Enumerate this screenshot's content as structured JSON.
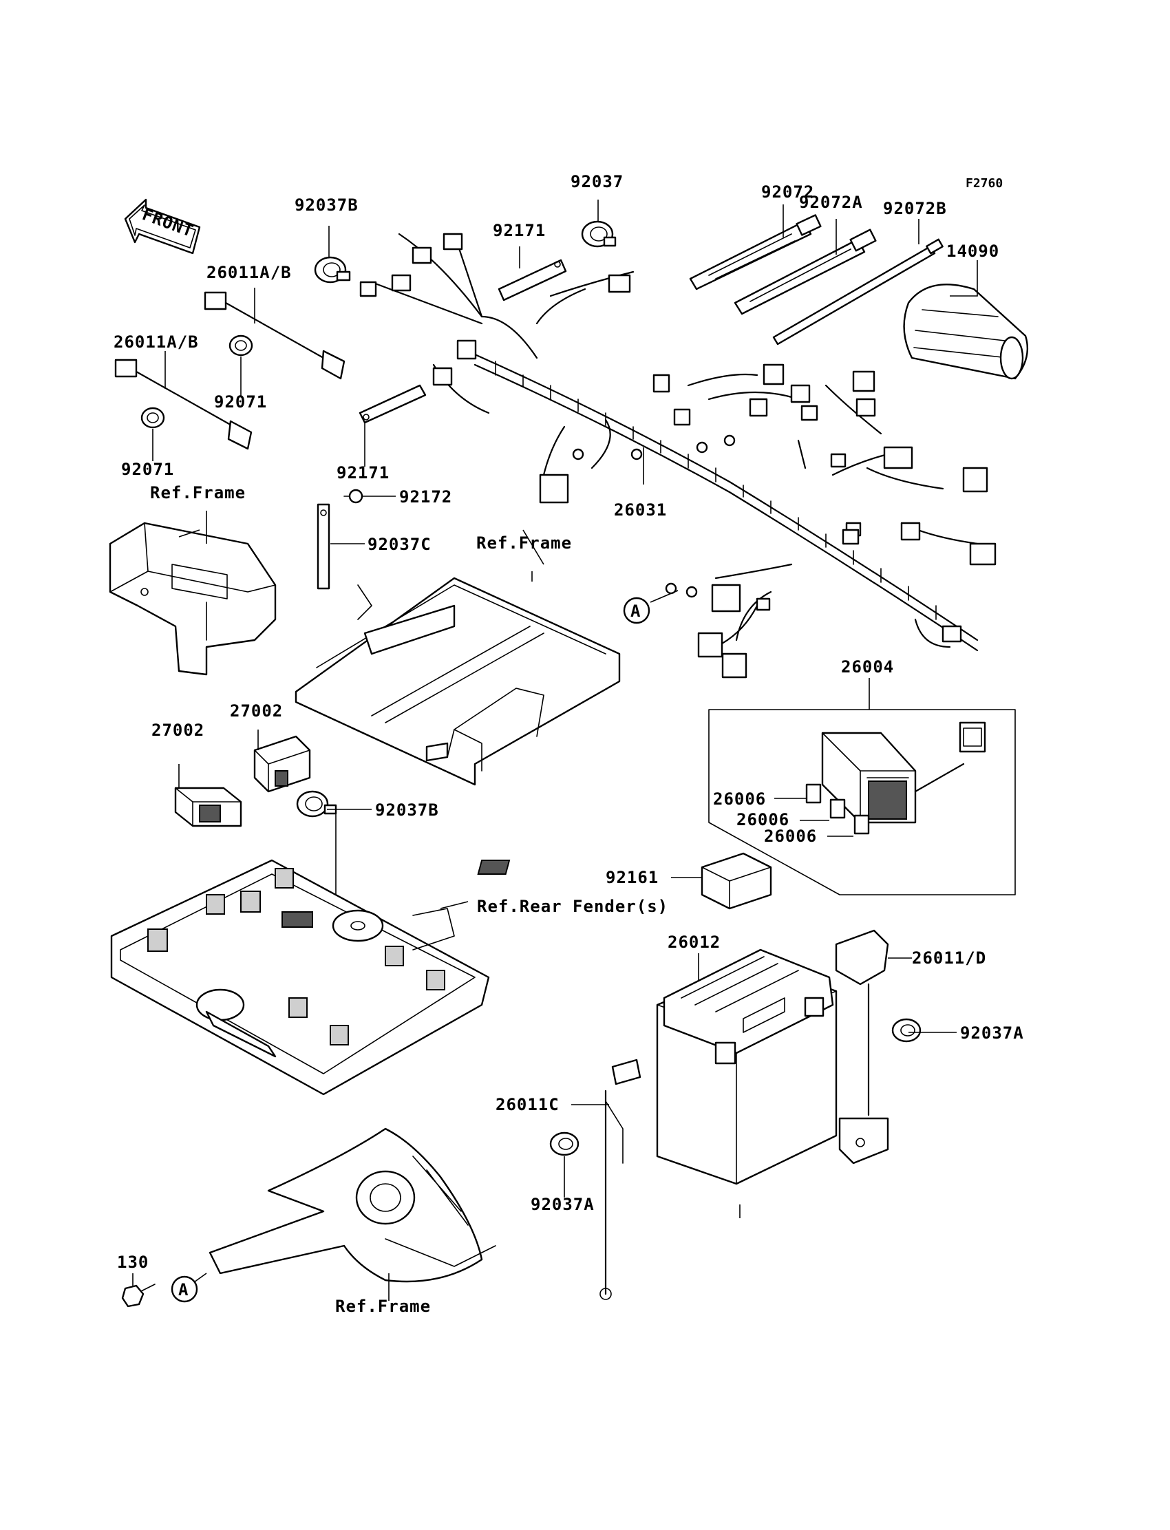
{
  "figure_code": "F2760",
  "direction_arrow": {
    "label": "FRONT"
  },
  "callouts": [
    {
      "id": "c-92037b-top",
      "label": "92037B"
    },
    {
      "id": "c-92037",
      "label": "92037"
    },
    {
      "id": "c-92072",
      "label": "92072"
    },
    {
      "id": "c-92072a",
      "label": "92072A"
    },
    {
      "id": "c-92072b",
      "label": "92072B"
    },
    {
      "id": "c-14090",
      "label": "14090"
    },
    {
      "id": "c-92171-top",
      "label": "92171"
    },
    {
      "id": "c-26011ab-1",
      "label": "26011A/B"
    },
    {
      "id": "c-26011ab-2",
      "label": "26011A/B"
    },
    {
      "id": "c-92071-1",
      "label": "92071"
    },
    {
      "id": "c-92071-2",
      "label": "92071"
    },
    {
      "id": "c-92171-mid",
      "label": "92171"
    },
    {
      "id": "c-92172",
      "label": "92172"
    },
    {
      "id": "c-92037c",
      "label": "92037C"
    },
    {
      "id": "c-26031",
      "label": "26031"
    },
    {
      "id": "c-a-upper",
      "label": "A"
    },
    {
      "id": "c-26004",
      "label": "26004"
    },
    {
      "id": "c-27002-a",
      "label": "27002"
    },
    {
      "id": "c-27002-b",
      "label": "27002"
    },
    {
      "id": "c-92037b-mid",
      "label": "92037B"
    },
    {
      "id": "c-26006-1",
      "label": "26006"
    },
    {
      "id": "c-26006-2",
      "label": "26006"
    },
    {
      "id": "c-26006-3",
      "label": "26006"
    },
    {
      "id": "c-92161",
      "label": "92161"
    },
    {
      "id": "c-26012",
      "label": "26012"
    },
    {
      "id": "c-26011d",
      "label": "26011/D"
    },
    {
      "id": "c-92037a-right",
      "label": "92037A"
    },
    {
      "id": "c-26011c",
      "label": "26011C"
    },
    {
      "id": "c-92037a-low",
      "label": "92037A"
    },
    {
      "id": "c-130",
      "label": "130"
    },
    {
      "id": "c-a-lower",
      "label": "A"
    }
  ],
  "references": [
    {
      "id": "r-frame-1",
      "label": "Ref.Frame"
    },
    {
      "id": "r-frame-2",
      "label": "Ref.Frame"
    },
    {
      "id": "r-rear-fender",
      "label": "Ref.Rear Fender(s)"
    },
    {
      "id": "r-frame-3",
      "label": "Ref.Frame"
    }
  ]
}
